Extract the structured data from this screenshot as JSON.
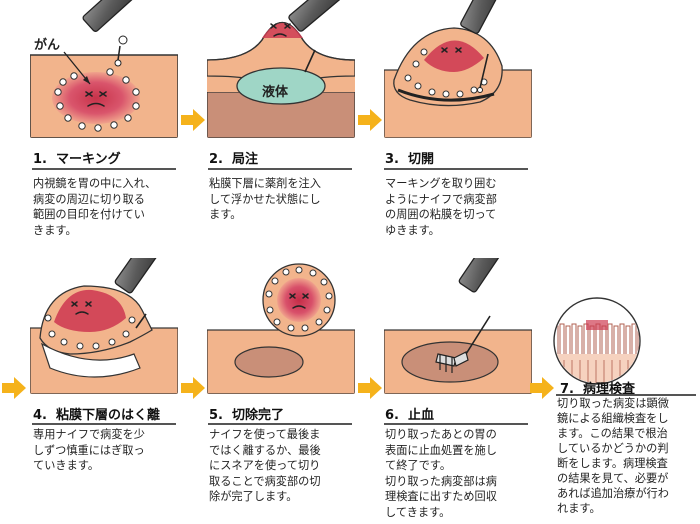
{
  "callout": {
    "cancer_label": "がん",
    "fluid_label": "液体"
  },
  "steps": [
    {
      "num": "1.",
      "title": "マーキング",
      "lines": [
        "内視鏡を胃の中に入れ、",
        "病変の周辺に切り取る",
        "範囲の目印を付けてい",
        "きます。"
      ]
    },
    {
      "num": "2.",
      "title": "局注",
      "lines": [
        "粘膜下層に薬剤を注入",
        "して浮かせた状態にし",
        "ます。"
      ]
    },
    {
      "num": "3.",
      "title": "切開",
      "lines": [
        "マーキングを取り囲む",
        "ようにナイフで病変部",
        "の周囲の粘膜を切って",
        "ゆきます。"
      ]
    },
    {
      "num": "4.",
      "title": "粘膜下層のはく離",
      "lines": [
        "専用ナイフで病変を少",
        "しずつ慎重にはぎ取っ",
        "ていきます。"
      ]
    },
    {
      "num": "5.",
      "title": "切除完了",
      "lines": [
        "ナイフを使って最後ま",
        "ではく離するか、最後",
        "にスネアを使って切り",
        "取ることで病変部の切",
        "除が完了します。"
      ]
    },
    {
      "num": "6.",
      "title": "止血",
      "lines": [
        "切り取ったあとの胃の",
        "表面に止血処置を施し",
        "て終了です。",
        "切り取った病変部は病",
        "理検査に出すため回収",
        "してきます。"
      ]
    },
    {
      "num": "7.",
      "title": "病理検査",
      "lines": [
        "切り取った病変は顕微",
        "鏡による組織検査をし",
        "ます。この結果で根治",
        "しているかどうかの判",
        "断をします。病理検査",
        "の結果を見て、必要が",
        "あれば追加治療が行わ",
        "れます。"
      ]
    }
  ],
  "colors": {
    "skin": "#f2b48c",
    "lesion": "#cf3d53",
    "arrow": "#f5b21b",
    "fluid": "#9fd6c6",
    "muscle": "#c98f78"
  }
}
